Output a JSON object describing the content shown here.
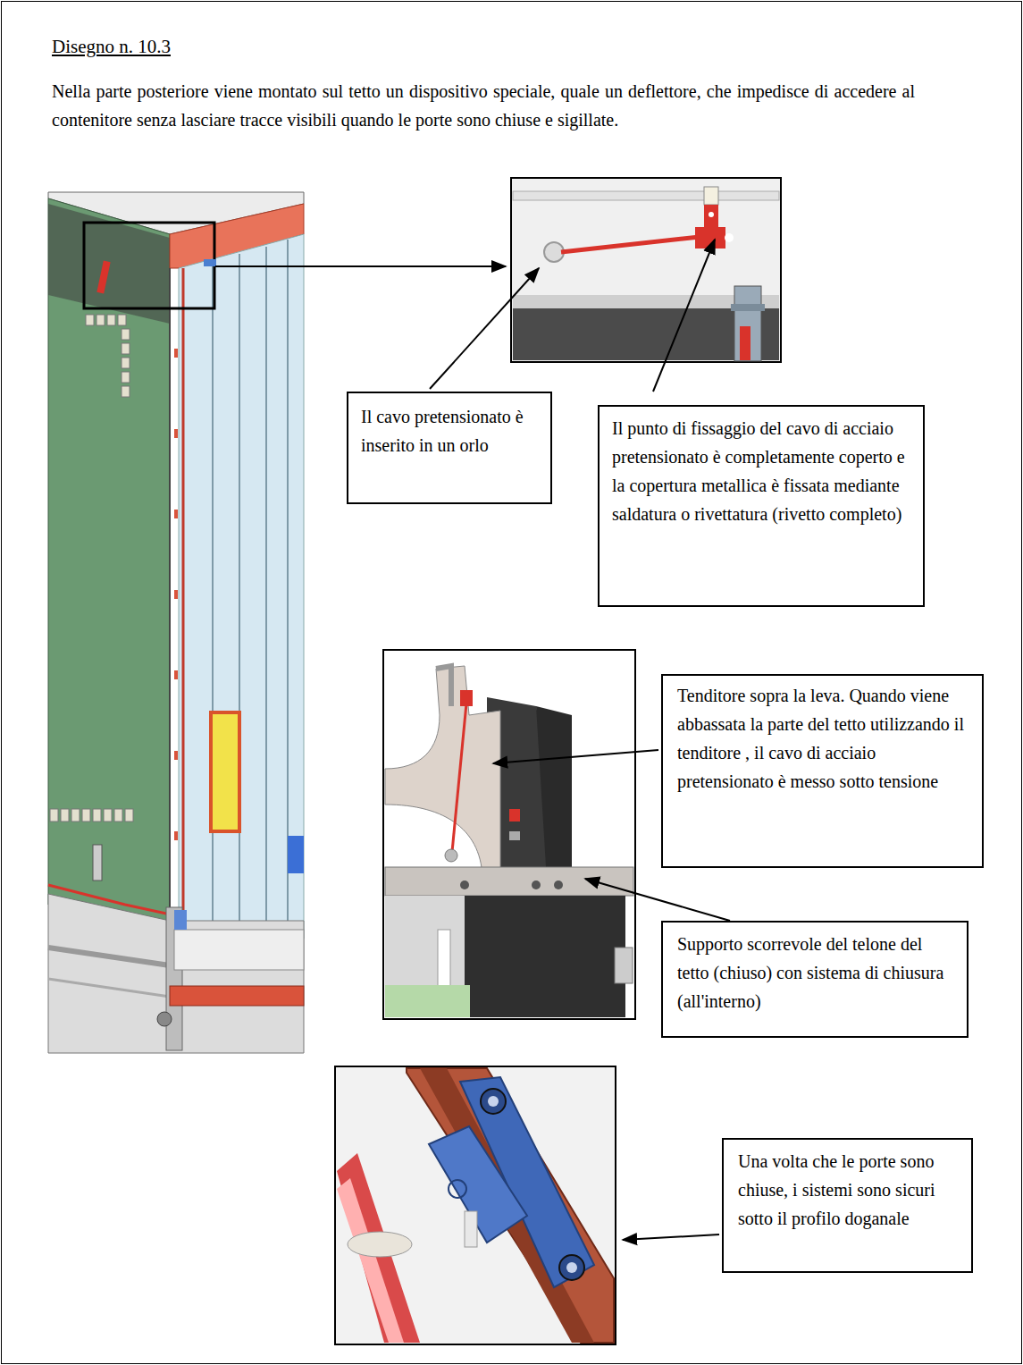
{
  "diagram": {
    "title": "Disegno n. 10.3",
    "nodes": [
      {
        "text": [
          "Il cavo pretensionato è inserito in un orlo"
        ]
      },
      {
        "text": [
          "Il punto di fissaggio del cavo di acciaio pretensionato è completamente coperto e la copertura metallica è fissata mediante saldatura o rivettatura (rivetto completo)"
        ]
      },
      {
        "text": [
          "Tenditore sopra la leva. Quando viene abbassata la parte del tetto utilizzando il tenditore , il cavo di acciaio pretensionato è messo sotto tensione"
        ]
      },
      {
        "text": [
          "Supporto scorrevole del telone del tetto (chiuso) con sistema di chiusura (all'interno)"
        ]
      },
      {
        "text": [
          "Una volta che le porte sono chiuse, i sistemi sono sicuri sotto il profilo doganale"
        ]
      }
    ],
    "labels": [
      "Nella parte posteriore viene montato sul tetto un dispositivo speciale, quale un deflettore, che impedisce di accedere al contenitore senza lasciare tracce visibili quando le porte sono chiuse e sigillate."
    ]
  }
}
